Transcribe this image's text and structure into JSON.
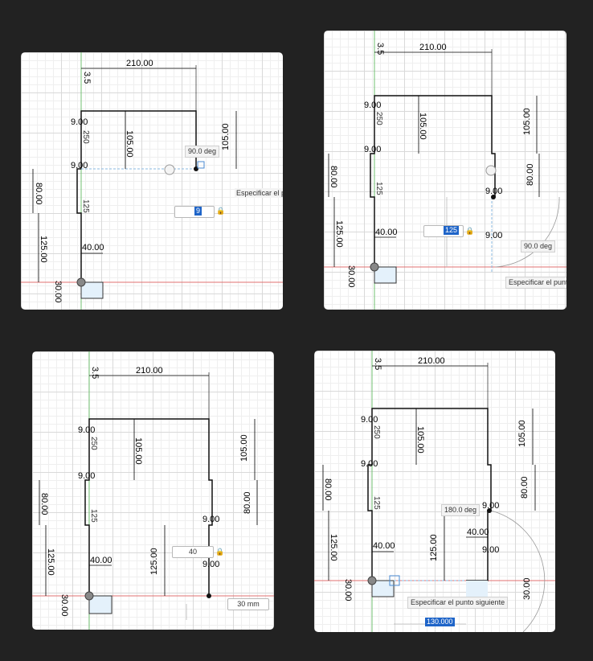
{
  "panel1": {
    "dims": {
      "d1": "210.00",
      "d2": "9.00",
      "d3": "105.00",
      "d4": "105.00",
      "d5": "9.00",
      "d6": "80.00",
      "d7": "125.00",
      "d8": "40.00",
      "d9": "30.00",
      "d10": "3.5",
      "d11": "250",
      "d12": "125"
    },
    "angle": "90.0 deg",
    "hint": "Especificar el punt",
    "input_value": "9"
  },
  "panel2": {
    "dims": {
      "d1": "210.00",
      "d2": "9.00",
      "d3": "105.00",
      "d4": "105.00",
      "d5": "9.00",
      "d6": "80.00",
      "d7": "80.00",
      "d8": "125.00",
      "d9": "40.00",
      "d10": "9.00",
      "d11": "9.00",
      "d12": "30.00",
      "d13": "3.5",
      "d14": "250",
      "d15": "125"
    },
    "input_value": "125",
    "angle": "90.0 deg",
    "hint": "Especificar el punto s"
  },
  "panel3": {
    "dims": {
      "d1": "210.00",
      "d2": "9.00",
      "d3": "105.00",
      "d4": "105.00",
      "d5": "9.00",
      "d6": "80.00",
      "d7": "80.00",
      "d8": "125.00",
      "d9": "40.00",
      "d10": "125.00",
      "d11": "9.00",
      "d12": "9.00",
      "d13": "30.00",
      "d14": "3.5",
      "d15": "250",
      "d16": "125"
    },
    "input_value": "40",
    "len_value": "30 mm"
  },
  "panel4": {
    "dims": {
      "d1": "210.00",
      "d2": "9.00",
      "d3": "105.00",
      "d4": "105.00",
      "d5": "9.00",
      "d6": "80.00",
      "d7": "80.00",
      "d8": "125.00",
      "d9": "40.00",
      "d10": "125.00",
      "d11": "40.00",
      "d12": "9.00",
      "d13": "9.00",
      "d14": "30.00",
      "d15": "30.00",
      "d16": "3.5",
      "d17": "250",
      "d18": "125"
    },
    "angle": "180.0 deg",
    "hint": "Especificar el punto siguiente",
    "input_value": "130.000 mm"
  },
  "colors": {
    "grid": "#d9d9d9",
    "x_axis": "#e07070",
    "y_axis": "#70c070",
    "selection": "#1e64c8"
  }
}
